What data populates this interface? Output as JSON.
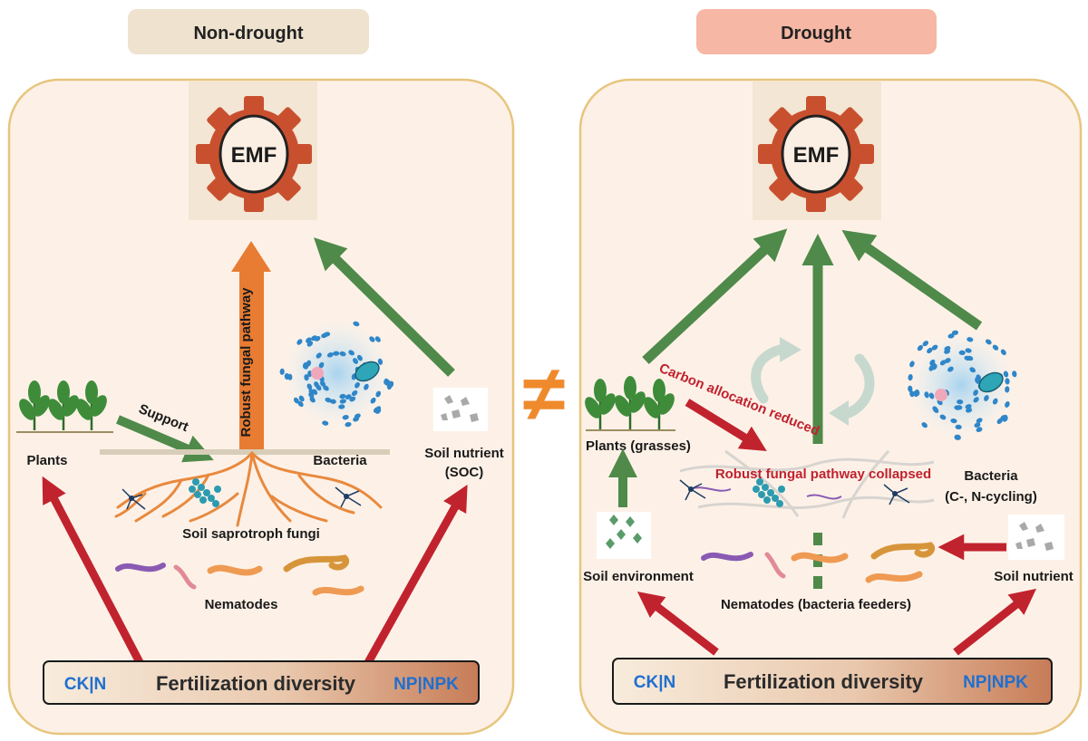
{
  "panels": {
    "left": {
      "header": "Non-drought",
      "emf_label": "EMF",
      "pathway_label": "Robust fungal pathway",
      "support_label": "Support",
      "plants_label": "Plants",
      "bacteria_label": "Bacteria",
      "soil_nutrient_line1": "Soil nutrient",
      "soil_nutrient_line2": "(SOC)",
      "fungi_label": "Soil saprotroph fungi",
      "nematodes_label": "Nematodes",
      "fert_label": "Fertilization diversity",
      "fert_left": "CK|N",
      "fert_right": "NP|NPK"
    },
    "right": {
      "header": "Drought",
      "emf_label": "EMF",
      "carbon_label": "Carbon allocation reduced",
      "collapsed_label": "Robust fungal pathway collapsed",
      "plants_label": "Plants (grasses)",
      "bacteria_line1": "Bacteria",
      "bacteria_line2": "(C-, N-cycling)",
      "soil_env_label": "Soil environment",
      "soil_nutrient_label": "Soil nutrient",
      "nematodes_label": "Nematodes (bacteria feeders)",
      "fert_label": "Fertilization diversity",
      "fert_left": "CK|N",
      "fert_right": "NP|NPK"
    },
    "not_equal_symbol": "≠"
  },
  "colors": {
    "panel_fill": "#fdf1e7",
    "panel_border": "#e7c57d",
    "header_left_fill": "#efe3cf",
    "header_right_fill": "#f6b7a4",
    "gear": "#c9502f",
    "green_arrow": "#4f8a4a",
    "red_arrow": "#c1232e",
    "orange_arrow": "#e87c33",
    "fert_blue": "#1f6fd0",
    "not_equal": "#ef8a2c"
  }
}
